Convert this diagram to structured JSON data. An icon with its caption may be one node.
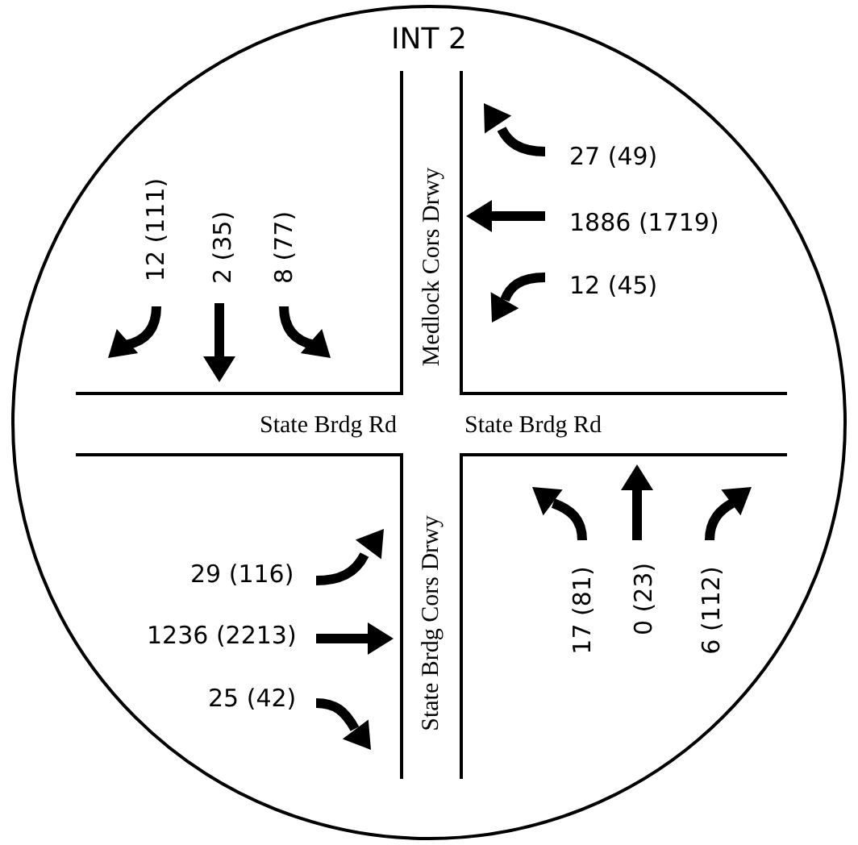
{
  "diagram": {
    "title": "INT 2",
    "labels": [
      "12 (111)",
      "2 (35)",
      "8 (77)",
      "27 (49)",
      "1886 (1719)",
      "12 (45)",
      "Medlock Cors Drwy",
      "State Brdg Rd",
      "State Brdg Rd",
      "29 (116)",
      "1236 (2213)",
      "25 (42)",
      "State Brdg Cors Drwy",
      "17 (81)",
      "0 (23)",
      "6 (112)"
    ]
  }
}
